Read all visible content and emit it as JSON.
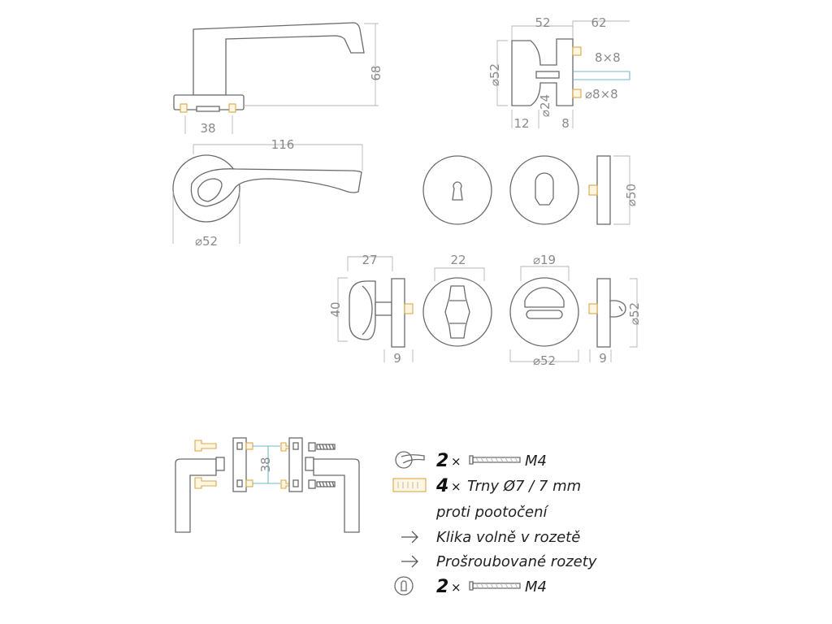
{
  "colors": {
    "outline": "#6b6b6b",
    "dimension": "#b5b5b5",
    "pin": "#d8a84a",
    "axis": "#73b9c8",
    "text": "#8a8a8a"
  },
  "dimensions": {
    "handle_side_height": "68",
    "handle_side_base": "38",
    "handle_top_length": "116",
    "rose_diameter": "⌀52",
    "knob_width": "52",
    "knob_depth": "62",
    "spindle_square": "8×8",
    "knob_diameter": "⌀52",
    "knob_neck": "⌀24",
    "pin_round": "⌀8×8",
    "knob_offset": "12",
    "knob_base": "8",
    "escutcheon_diameter": "⌀50",
    "turn_width": "27",
    "turn_height": "40",
    "turn_base": "9",
    "release_width": "22",
    "release_slot": "⌀19",
    "release_rose": "⌀52",
    "release_base": "9",
    "release_side": "⌀52",
    "assembly_spacing": "38"
  },
  "legend": [
    {
      "count": "2",
      "times": "×",
      "text": "M4",
      "icon": "handle-rose-icon"
    },
    {
      "count": "4",
      "times": "×",
      "text": "Trny Ø7 / 7 mm",
      "icon": "pin-icon"
    },
    {
      "text": "proti pootočení"
    },
    {
      "text": "Klika volně v rozetě",
      "icon": "arrow-right-icon"
    },
    {
      "text": "Prošroubované rozety",
      "icon": "arrow-right-icon"
    },
    {
      "count": "2",
      "times": "×",
      "text": "M4",
      "icon": "cylinder-rose-icon"
    }
  ]
}
